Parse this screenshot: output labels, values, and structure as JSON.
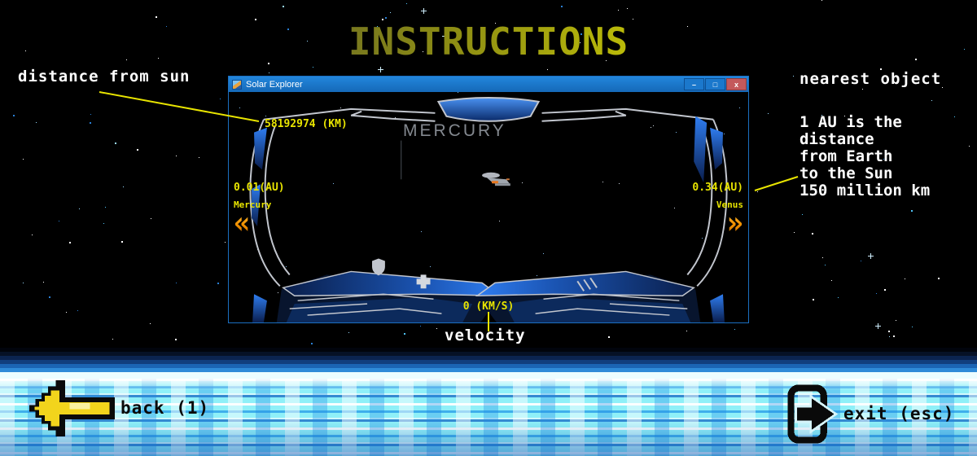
{
  "page_title": "INSTRUCTIONS",
  "labels": {
    "distance_from_sun": "distance from sun",
    "nearest_object": "nearest object",
    "velocity": "velocity"
  },
  "au_note": {
    "lines": [
      "1 AU is the",
      "distance",
      "from Earth",
      "to the Sun",
      "150 million km"
    ]
  },
  "window": {
    "title": "Solar Explorer",
    "controls": {
      "minimize": "–",
      "maximize": "□",
      "close": "x"
    }
  },
  "hud": {
    "distance_from_sun_km": "58192974 (KM)",
    "current_planet": "MERCURY",
    "prev_nav": {
      "au": "0.01(AU)",
      "name": "Mercury",
      "chevrons": "«"
    },
    "next_nav": {
      "au": "0.34(AU)",
      "name": "Venus",
      "chevrons": "»"
    },
    "velocity_value": "0 (KM/S)"
  },
  "footer": {
    "back_label": "back (1)",
    "exit_label": "exit (esc)"
  },
  "icons": {
    "app": "solar-explorer-app-icon",
    "back": "pixel-arrow-left",
    "exit": "exit-door-arrow",
    "shield": "shield-icon",
    "crosshair": "plus-icon"
  },
  "colors": {
    "hud_yellow": "#e8e400",
    "chevron_orange": "#f09000",
    "titlebar_blue": "#1b78cc",
    "close_red": "#c4595c",
    "cockpit_gray": "#c2c6ce",
    "water_cyan": "#8ff0f8"
  }
}
